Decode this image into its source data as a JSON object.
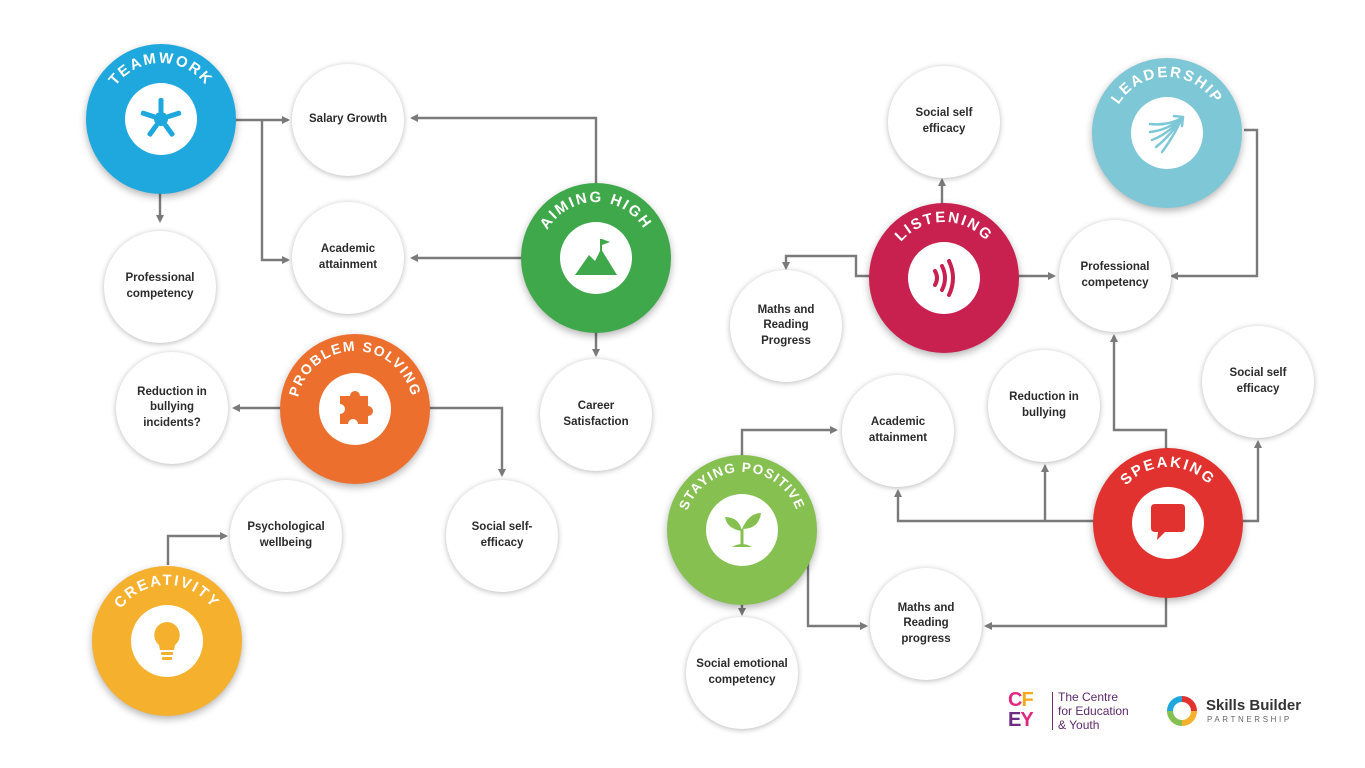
{
  "skills": {
    "teamwork": {
      "label": "TEAMWORK",
      "color": "#1fa8de",
      "icon": "people-ring-icon"
    },
    "aiming_high": {
      "label": "AIMING HIGH",
      "color": "#3ea84a",
      "icon": "mountain-flag-icon"
    },
    "problem_solving": {
      "label": "PROBLEM SOLVING",
      "color": "#ec6f2d",
      "icon": "puzzle-piece-icon"
    },
    "creativity": {
      "label": "CREATIVITY",
      "color": "#f5b02e",
      "icon": "lightbulb-icon"
    },
    "listening": {
      "label": "LISTENING",
      "color": "#c8204f",
      "icon": "sound-waves-icon"
    },
    "leadership": {
      "label": "LEADERSHIP",
      "color": "#7ec7d6",
      "icon": "arrow-burst-icon"
    },
    "staying_positive": {
      "label": "STAYING POSITIVE",
      "color": "#86c051",
      "icon": "sprout-icon"
    },
    "speaking": {
      "label": "SPEAKING",
      "color": "#e2322f",
      "icon": "speech-bubble-icon"
    }
  },
  "outcomes": {
    "salary_growth": "Salary Growth",
    "academic_attainment_left": "Academic attainment",
    "professional_competency_left": "Professional competency",
    "reduction_bullying_incidents": "Reduction in bullying incidents?",
    "career_satisfaction": "Career Satisfaction",
    "psychological_wellbeing": "Psychological wellbeing",
    "social_self_efficacy_ps": "Social self-efficacy",
    "social_self_efficacy_listening": "Social self efficacy",
    "maths_reading_progress_listening": "Maths and Reading Progress",
    "professional_competency_right": "Professional competency",
    "reduction_bullying_speaking": "Reduction in bullying",
    "social_self_efficacy_speaking": "Social self efficacy",
    "academic_attainment_right": "Academic attainment",
    "maths_reading_progress_bottom": "Maths and Reading progress",
    "social_emotional_competency": "Social emotional competency"
  },
  "logos": {
    "cfey": {
      "mark_c": "C",
      "mark_f": "F",
      "mark_e": "E",
      "mark_y": "Y",
      "line1": "The Centre",
      "line2": "for Education",
      "line3": "& Youth"
    },
    "skills_builder": {
      "name_bold": "Skills Builder",
      "subtitle": "PARTNERSHIP"
    }
  }
}
